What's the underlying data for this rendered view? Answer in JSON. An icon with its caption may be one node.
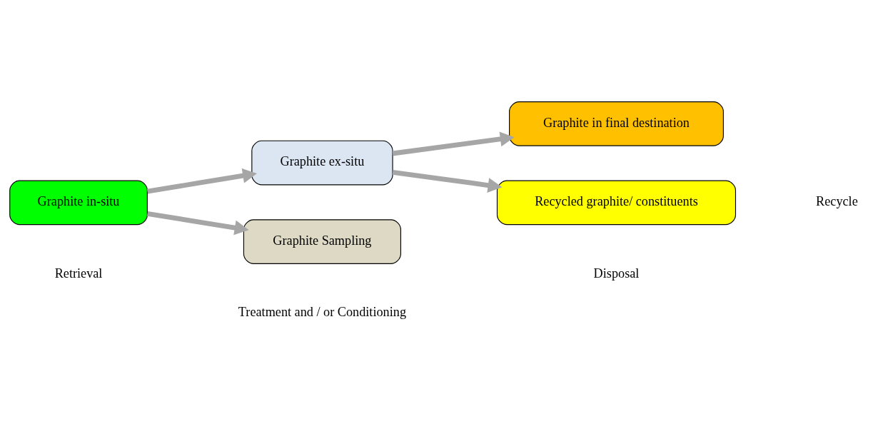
{
  "diagram": {
    "nodes": [
      {
        "text": [
          "Graphite in-situ"
        ]
      },
      {
        "text": [
          "Graphite ex-situ"
        ]
      },
      {
        "text": [
          "Graphite in final destination"
        ]
      },
      {
        "text": [
          "Graphite Sampling"
        ]
      },
      {
        "text": [
          "Recycled graphite/ constituents"
        ]
      }
    ],
    "edges": [
      {
        "from": 0,
        "to": 1,
        "arrow": "to"
      },
      {
        "from": 1,
        "to": 2,
        "arrow": "to"
      },
      {
        "from": 0,
        "to": 3,
        "arrow": "to"
      },
      {
        "from": 1,
        "to": 4,
        "arrow": "to"
      }
    ],
    "labels": [
      "Retrieval",
      "Treatment and / or Conditioning",
      "Disposal",
      "Recycle"
    ]
  }
}
